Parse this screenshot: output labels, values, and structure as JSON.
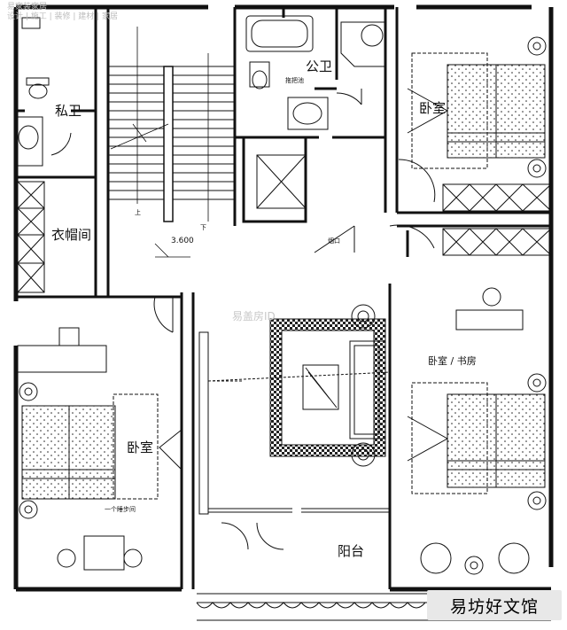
{
  "watermark": {
    "top_line1": "易家装家居",
    "top_line2": "设计 | 施工 | 装修 | 建材 | 家居",
    "middle": "易盖房ID",
    "badge": "易坊好文馆"
  },
  "rooms": {
    "private_bath": "私卫",
    "public_bath": "公卫",
    "wardrobe": "衣帽间",
    "bedroom_ne": "卧室",
    "bedroom_sw": "卧室",
    "bedroom_study": "卧室 / 书房",
    "balcony": "阳台"
  },
  "annotations": {
    "elevation": "3.600",
    "stair_up": "上",
    "stair_down": "下",
    "mop_pool": "拖把池",
    "vent": "烟口",
    "wardrobe_note": "一个睡步间"
  }
}
